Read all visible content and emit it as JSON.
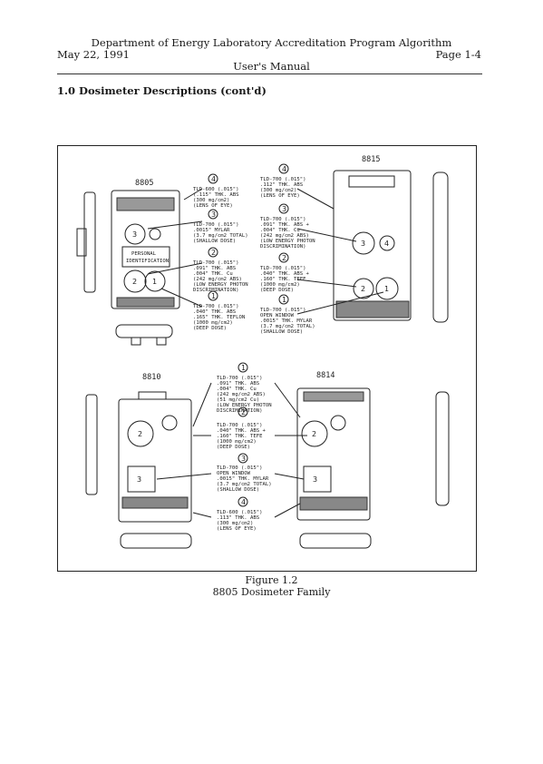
{
  "header": {
    "title": "Department of Energy Laboratory Accreditation Program Algorithm",
    "date": "May 22, 1991",
    "page": "Page 1-4",
    "manual": "User's Manual"
  },
  "section_heading": "1.0 Dosimeter Descriptions (cont'd)",
  "figure": {
    "models": {
      "m8805": "8805",
      "m8815": "8815",
      "m8810": "8810",
      "m8814": "8814"
    },
    "inner_label": [
      "PERSONAL",
      "IDENTIFICATION"
    ],
    "callouts_top_left": [
      {
        "num": "4",
        "lines": [
          "TLD-600 (.015\")",
          "(.115\" THK. ABS",
          "(300 mg/cm2)",
          "(LENS OF EYE)"
        ]
      },
      {
        "num": "3",
        "lines": [
          "TLD-700 (.015\")",
          ".0015\" MYLAR",
          "(3.7 mg/cm2 TOTAL)",
          "(SHALLOW DOSE)"
        ]
      },
      {
        "num": "2",
        "lines": [
          "TLD-700 (.015\")",
          ".091\" THK. ABS",
          ".004\" THK. Cu",
          "(242 mg/cm2 ABS)",
          "(LOW ENERGY PHOTON",
          "DISCRIMINATION)"
        ]
      },
      {
        "num": "1",
        "lines": [
          "TLD-700 (.015\")",
          ".040\" THK. ABS",
          ".165\" THK. TEFLON",
          "(1000 mg/cm2)",
          "(DEEP DOSE)"
        ]
      }
    ],
    "callouts_top_right": [
      {
        "num": "4",
        "lines": [
          "TLD-700 (.015\")",
          ".112\" THK. ABS",
          "(300 mg/cm2)",
          "(LENS OF EYE)"
        ]
      },
      {
        "num": "3",
        "lines": [
          "TLD-700 (.015\")",
          ".091\" THK. ABS +",
          ".004\" THK. Cu",
          "(242 mg/cm2 ABS)",
          "(LOW ENERGY PHOTON",
          "DISCRIMINATION)"
        ]
      },
      {
        "num": "2",
        "lines": [
          "TLD-700 (.015\")",
          ".040\" THK. ABS +",
          ".160\" THK. TEFE",
          "(1000 mg/cm2)",
          "(DEEP DOSE)"
        ]
      },
      {
        "num": "1",
        "lines": [
          "TLD-700 (.015\")",
          "OPEN WINDOW",
          ".0015\" THK. MYLAR",
          "(3.7 mg/cm2 TOTAL)",
          "(SHALLOW DOSE)"
        ]
      }
    ],
    "callouts_bottom": [
      {
        "num": "1",
        "lines": [
          "TLD-700 (.015\")",
          ".091\" THK. ABS",
          ".004\" THK. Cu",
          "(242 mg/cm2 ABS)",
          "(51 mg/cm2 Cu)",
          "(LOW ENERGY PHOTON",
          "DISCRIMINATION)"
        ]
      },
      {
        "num": "2",
        "lines": [
          "TLD-700 (.015\")",
          ".040\" THK. ABS +",
          ".160\" THK. TEFE",
          "(1000 mg/cm2)",
          "(DEEP DOSE)"
        ]
      },
      {
        "num": "3",
        "lines": [
          "TLD-700 (.015\")",
          "OPEN WINDOW",
          ".0015\" THK. MYLAR",
          "(3.7 mg/cm2 TOTAL)",
          "(SHALLOW DOSE)"
        ]
      },
      {
        "num": "4",
        "lines": [
          "TLD-600 (.015\")",
          ".113\" THK. ABS",
          "(300 mg/cm2)",
          "(LENS OF EYE)"
        ]
      }
    ]
  },
  "caption": {
    "line1": "Figure 1.2",
    "line2": "8805 Dosimeter Family"
  }
}
